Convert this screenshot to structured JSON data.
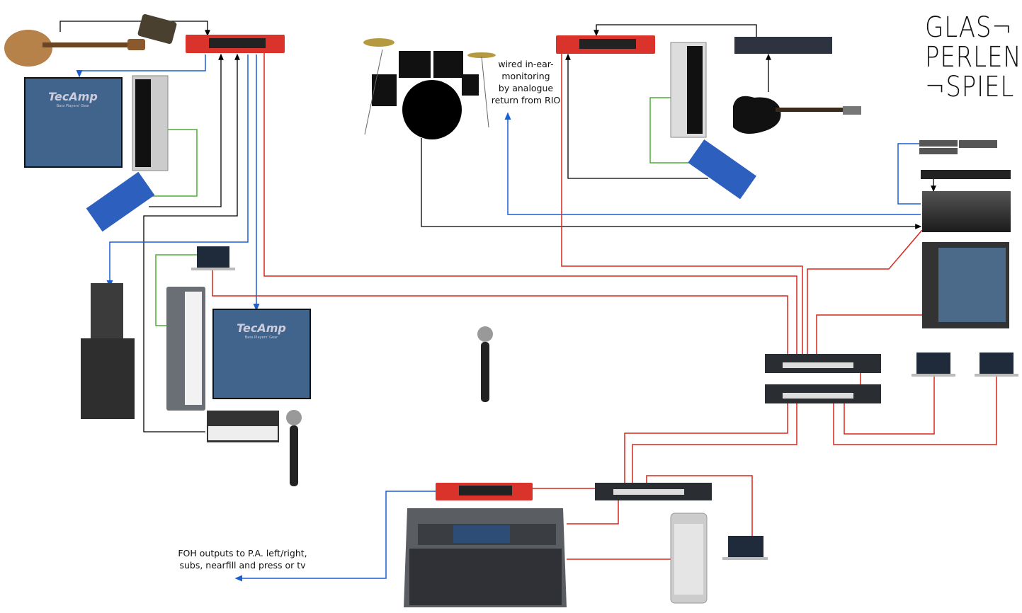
{
  "logo": {
    "line1": "GLAS¬",
    "line2": "PERLEN",
    "line3": "¬SPIEL"
  },
  "notes": {
    "iem": [
      "wired in-ear-",
      "monitoring",
      "by analogue",
      "return from RIO"
    ],
    "foh": [
      "FOH outputs to P.A. left/right,",
      "subs, nearfill and press or tv"
    ]
  },
  "cabinet_brand": {
    "name": "TecAmp",
    "tagline": "Bass Players' Gear"
  },
  "colors": {
    "audio_cable": "#000000",
    "analogue_return": "#1a5fd0",
    "midi_usb": "#4caf32",
    "network": "#d8261a",
    "interface_red": "#d9332b"
  },
  "devices": [
    "bass-guitar",
    "effects-pedal",
    "audio-interface",
    "bass-cabinet",
    "keyboard-controller",
    "midi-keyboard",
    "pa-speaker",
    "subwoofer",
    "laptop",
    "synth",
    "microphone",
    "drum-kit",
    "electric-guitar",
    "guitar-processor",
    "stage-rack",
    "network-switch",
    "mixing-console",
    "mac-pro"
  ]
}
